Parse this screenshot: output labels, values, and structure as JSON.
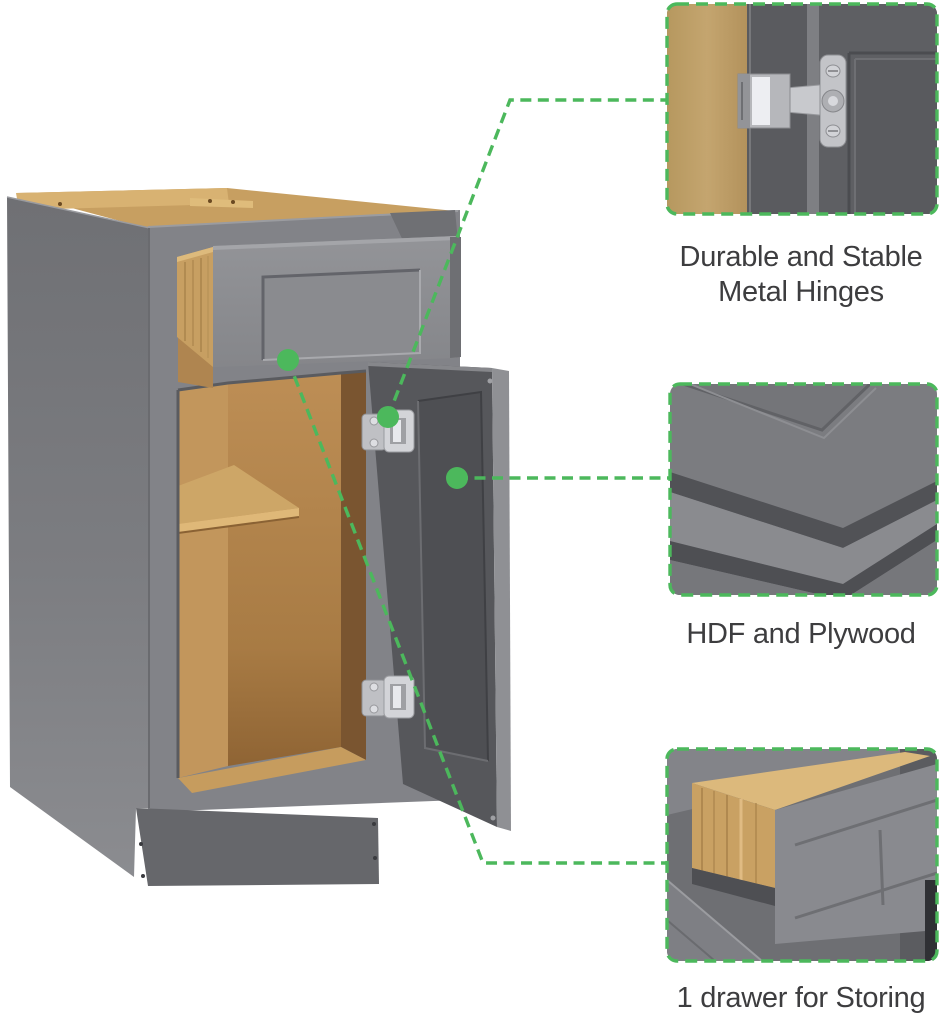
{
  "colors": {
    "green": "#4CB85C",
    "text": "#3D3D3F",
    "bg": "#FFFFFF",
    "cabinet_grey": "#85868A",
    "door_inner_grey": "#56575B",
    "wood_interior": "#C49D60",
    "kraft_panel": "#BFA06B",
    "metal_hinge": "#C6C7CB"
  },
  "main_image": {
    "graphic": "grey-shaker-base-cabinet-3d",
    "features_marked": [
      "drawer-front",
      "door-hinge",
      "door-panel"
    ]
  },
  "callouts": [
    {
      "id": "metal-hinges",
      "image": "metal-hinge-closeup",
      "caption_lines": [
        "Durable and Stable",
        "Metal Hinges"
      ]
    },
    {
      "id": "materials",
      "image": "hdf-plywood-panels-closeup",
      "caption_lines": [
        "HDF and Plywood"
      ]
    },
    {
      "id": "drawer",
      "image": "wood-drawer-box-closeup",
      "caption_lines": [
        "1 drawer for Storing"
      ]
    }
  ]
}
